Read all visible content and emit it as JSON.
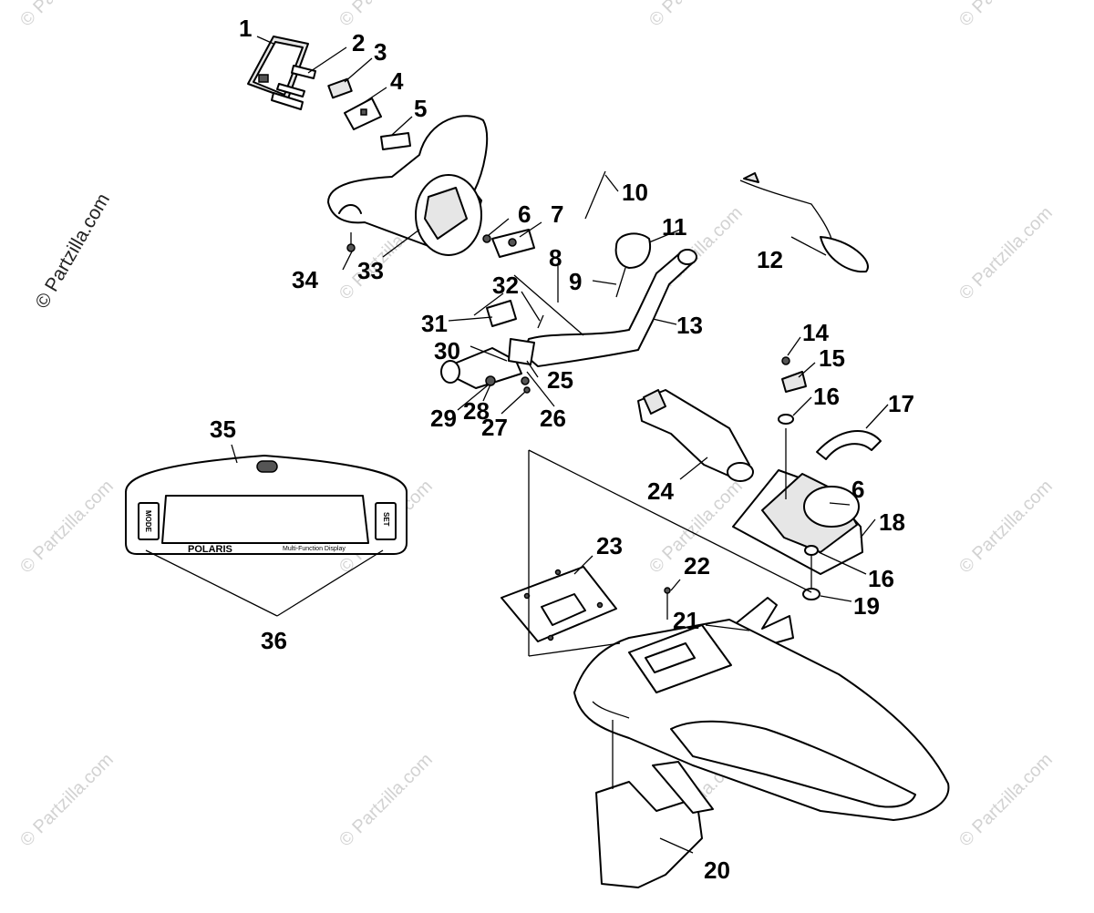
{
  "watermark": {
    "text": "© Partzilla.com",
    "color": "#d2d2d2",
    "side_color": "#222222"
  },
  "display": {
    "brand": "POLARIS",
    "subtitle": "Multi-Function Display",
    "left_button": "MODE",
    "right_button": "SET"
  },
  "callouts": {
    "c1": "1",
    "c2": "2",
    "c3": "3",
    "c4": "4",
    "c5": "5",
    "c6a": "6",
    "c6b": "6",
    "c7": "7",
    "c8": "8",
    "c9": "9",
    "c10": "10",
    "c11": "11",
    "c12": "12",
    "c13": "13",
    "c14": "14",
    "c15": "15",
    "c16a": "16",
    "c16b": "16",
    "c17": "17",
    "c18": "18",
    "c19": "19",
    "c20": "20",
    "c21": "21",
    "c22": "22",
    "c23": "23",
    "c24": "24",
    "c25": "25",
    "c26": "26",
    "c27": "27",
    "c28": "28",
    "c29": "29",
    "c30": "30",
    "c31": "31",
    "c32": "32",
    "c33": "33",
    "c34": "34",
    "c35": "35",
    "c36": "36"
  }
}
